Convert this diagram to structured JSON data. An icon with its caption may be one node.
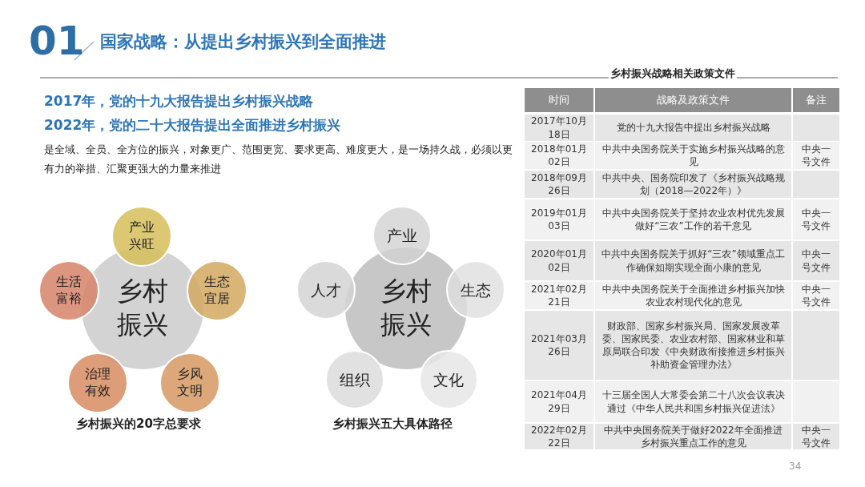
{
  "diagram": {
    "title": "国家战略：从提出乡村振兴到全面推进",
    "nodes": [
      {
        "text": [
          "乡村振兴"
        ]
      },
      {
        "text": [
          "产业兴旺"
        ]
      },
      {
        "text": [
          "生态宜居"
        ]
      },
      {
        "text": [
          "乡风文明"
        ]
      },
      {
        "text": [
          "治理有效"
        ]
      },
      {
        "text": [
          "生活富裕"
        ]
      },
      {
        "text": [
          "乡村振兴"
        ]
      },
      {
        "text": [
          "产业"
        ]
      },
      {
        "text": [
          "生态"
        ]
      },
      {
        "text": [
          "文化"
        ]
      },
      {
        "text": [
          "组织"
        ]
      },
      {
        "text": [
          "人才"
        ]
      }
    ],
    "edges": [],
    "labels": [
      "01",
      "2017年，党的十九大报告提出乡村振兴战略",
      "2022年，党的二十大报告提出全面推进乡村振兴",
      "是全域、全员、全方位的振兴，对象更广、范围更宽、要求更高、难度更大，是一场持久战，必须以更有力的举措、汇聚更强大的力量来推进",
      "乡村振兴的20字总要求",
      "乡村振兴五大具体路径",
      "乡村振兴战略相关政策文件",
      "时间",
      "战略及政策文件",
      "备注",
      "2017年10月18日",
      "党的十九大报告中提出乡村振兴战略",
      "2018年01月02日",
      "中共中央国务院关于实施乡村振兴战略的意见",
      "中央一号文件",
      "2018年09月26日",
      "中共中央、国务院印发了《乡村振兴战略规划（2018—2022年）》",
      "2019年01月03日",
      "中共中央国务院关于坚持农业农村优先发展做好“三农”工作的若干意见",
      "中央一号文件",
      "2020年01月02日",
      "中共中央国务院关于抓好“三农”领域重点工作确保如期实现全面小康的意见",
      "中央一号文件",
      "2021年02月21日",
      "中共中央国务院关于全面推进乡村振兴加快农业农村现代化的意见",
      "中央一号文件",
      "2021年03月26日",
      "财政部、国家乡村振兴局、国家发展改革委、国家民委、农业农村部、国家林业和草原局联合印发《中央财政衔接推进乡村振兴补助资金管理办法》",
      "2021年04月29日",
      "十三届全国人大常委会第二十八次会议表决通过《中华人民共和国乡村振兴促进法》",
      "2022年02月22日",
      "中共中央国务院关于做好2022年全面推进乡村振兴重点工作的意见",
      "中央一号文件",
      "34"
    ]
  }
}
